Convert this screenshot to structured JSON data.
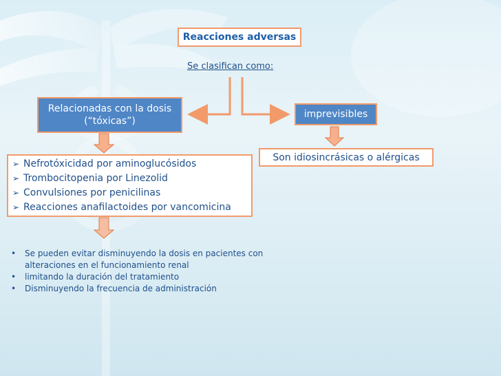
{
  "title": "Reacciones adversas",
  "subtitle": "Se clasifican como:",
  "left_box": {
    "line1": "Relacionadas con la dosis",
    "line2": "(“tóxicas”)"
  },
  "right_box": "imprevisibles",
  "examples": [
    "Nefrotóxicidad por aminoglucósidos",
    "Trombocitopenia por Linezolid",
    "Convulsiones por penicilinas",
    "Reacciones anafilactoides por vancomicina"
  ],
  "right_detail": "Son idiosincrásicas o alérgicas",
  "notes": [
    {
      "bullet": "•",
      "text": "Se pueden evitar disminuyendo la dosis en pacientes con alteraciones en el funcionamiento renal"
    },
    {
      "bullet": "•",
      "text": " limitando la duración del tratamiento"
    },
    {
      "bullet": "•",
      "text": "Disminuyendo la frecuencia de administración"
    }
  ],
  "colors": {
    "accent_border": "#f29a6a",
    "box_blue": "#4f86c6",
    "text_blue": "#1f4f8a",
    "title_blue": "#1f5fa8"
  }
}
